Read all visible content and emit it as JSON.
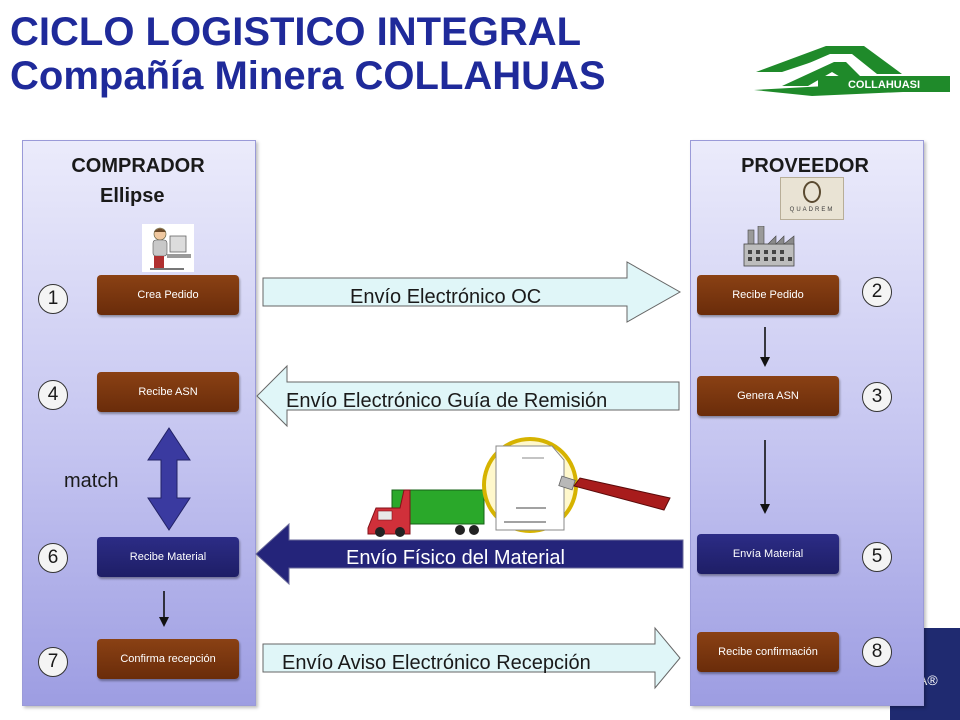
{
  "title": {
    "line1": "CICLO LOGISTICO INTEGRAL",
    "line2": "Compañía Minera COLLAHUAS"
  },
  "logo": {
    "text": "COLLAHUASI"
  },
  "buyer": {
    "header": "COMPRADOR",
    "system": "Ellipse",
    "steps": [
      {
        "num": "1",
        "label": "Crea  Pedido"
      },
      {
        "num": "4",
        "label": "Recibe ASN"
      },
      {
        "num": "6",
        "label": "Recibe Material"
      },
      {
        "num": "7",
        "label": "Confirma recepción"
      }
    ],
    "match_label": "match"
  },
  "supplier": {
    "header": "PROVEEDOR",
    "badge_text": "QUADREM",
    "steps": [
      {
        "num": "2",
        "label": "Recibe Pedido"
      },
      {
        "num": "3",
        "label": "Genera ASN"
      },
      {
        "num": "5",
        "label": "Envía Material"
      },
      {
        "num": "8",
        "label": "Recibe confirmación"
      }
    ]
  },
  "flows": [
    {
      "label": "Envío Electrónico OC",
      "direction": "right"
    },
    {
      "label": "Envío Electrónico Guía de Remisión",
      "direction": "left"
    },
    {
      "label": "Envío Físico del Material",
      "direction": "left"
    },
    {
      "label": "Envío Aviso Electrónico Recepción",
      "direction": "right"
    }
  ],
  "footer": {
    "mark": "A®"
  },
  "colors": {
    "title": "#1f2a9a",
    "step_brown": "#7a3510",
    "step_navy": "#24247a",
    "arrow_light": "#e0f6f8",
    "arrow_navy": "#24247a",
    "match_arrow": "#3a3aa0",
    "logo_green": "#1f8a2a"
  },
  "icons": [
    "office-worker-icon",
    "factory-icon",
    "truck-icon",
    "magnifier-document-icon",
    "collahuasi-logo",
    "quadrem-badge"
  ]
}
